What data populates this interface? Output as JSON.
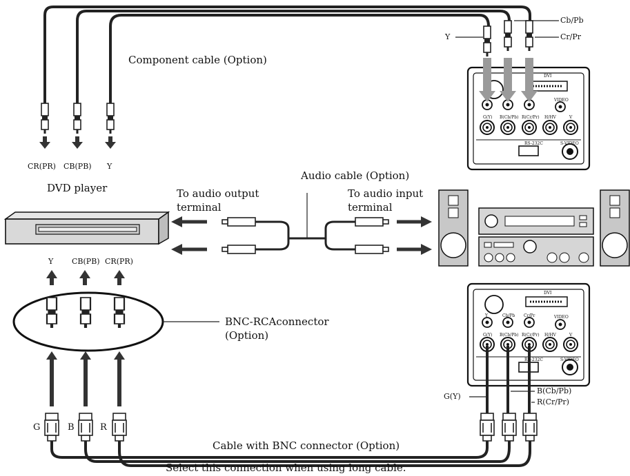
{
  "labels": {
    "component_cable": "Component cable (Option)",
    "cb_pb": "Cb/Pb",
    "cr_pr": "Cr/Pr",
    "y_top": "Y",
    "dvd_cr": "CR(PR)",
    "dvd_cb": "CB(PB)",
    "dvd_y": "Y",
    "dvd_player": "DVD player",
    "audio_cable": "Audio cable (Option)",
    "to_audio_output": "To audio output",
    "terminal_left": "terminal",
    "to_audio_input": "To audio input",
    "terminal_right": "terminal",
    "mid_y": "Y",
    "mid_cb": "CB(PB)",
    "mid_cr": "CR(PR)",
    "bnc_rca_1": "BNC-RCAconnector",
    "bnc_rca_2": "(Option)",
    "bnc_g": "G",
    "bnc_b": "B",
    "bnc_r": "R",
    "g_y": "G(Y)",
    "b_cb_pb": "B(Cb/Pb)",
    "r_cr_pr": "R(Cr/Pr)",
    "cable_bnc": "Cable with BNC connector (Option)",
    "select_long": "Select this connection when using long cable."
  },
  "panel_text": {
    "dvi": "DVI",
    "video": "VIDEO",
    "g_y": "G(Y)",
    "b_cb_pb": "B(Cb/Pb)",
    "r_cr_pr": "R(Cr/Pr)",
    "h_hv": "H/HV",
    "v": "V",
    "rs232c": "RS-232C",
    "s_video": "S-VIDEO",
    "y": "Y",
    "cb_pb": "Cb/Pb",
    "cr_pr": "Cr/Pr"
  }
}
